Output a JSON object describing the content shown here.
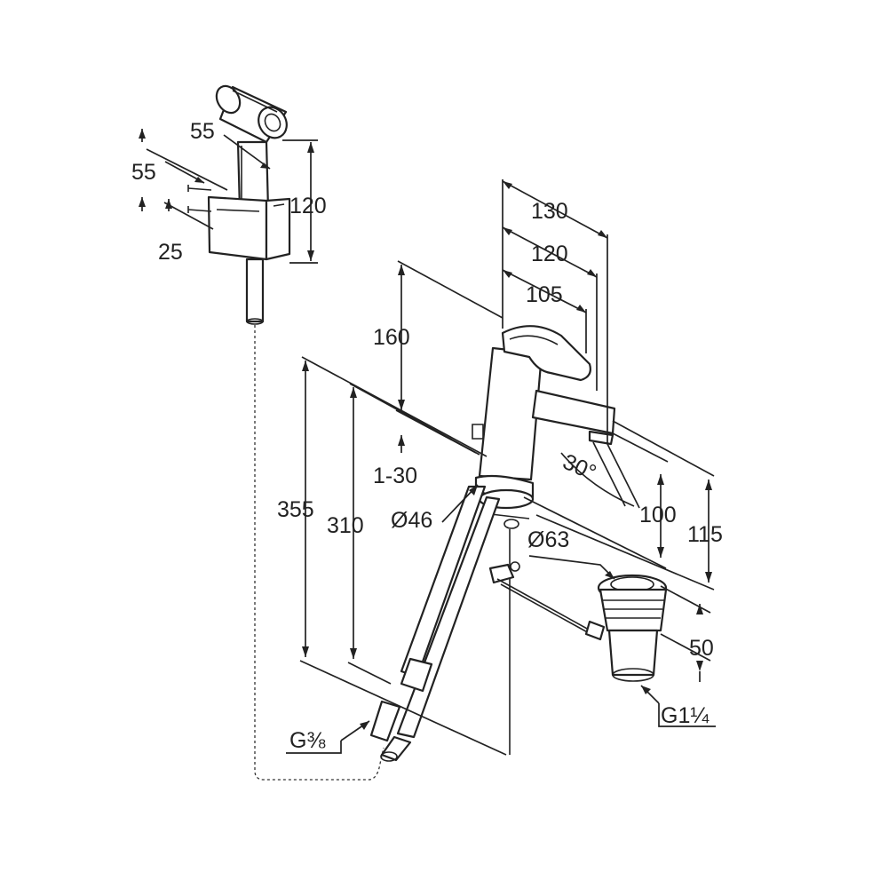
{
  "dimensions": {
    "holder_width": "55",
    "holder_depth": "55",
    "holder_offset": "25",
    "holder_height": "120",
    "reach_130": "130",
    "reach_120": "120",
    "reach_105": "105",
    "height_160": "160",
    "deck_thickness": "1-30",
    "height_355": "355",
    "height_310": "310",
    "base_diameter": "Ø46",
    "spout_angle": "30°",
    "spout_height_100": "100",
    "spout_height_115": "115",
    "waste_diameter": "Ø63",
    "waste_offset": "50",
    "waste_thread": "G1¼",
    "supply_thread": "G⅜"
  }
}
